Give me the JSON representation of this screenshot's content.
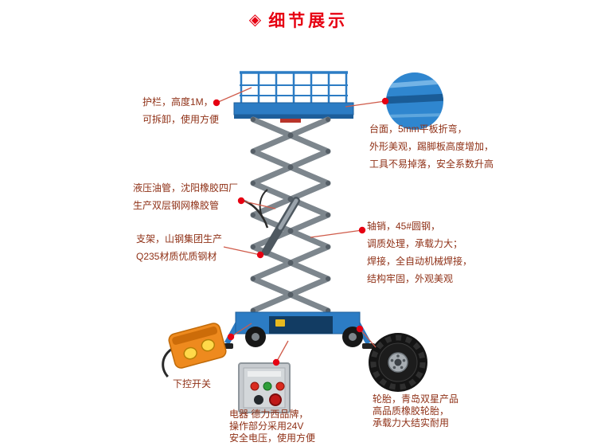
{
  "header": {
    "icon_glyph": "◈",
    "title": "细节展示"
  },
  "annotations": {
    "guardrail": {
      "lines": [
        "护栏，高度1M，",
        "可拆卸，使用方便"
      ]
    },
    "platform": {
      "lines": [
        "台面，5mm平板折弯，",
        "外形美观，踢脚板高度增加，",
        "工具不易掉落，安全系数升高"
      ]
    },
    "hydraulic_hose": {
      "lines": [
        "液压油管，沈阳橡胶四厂",
        "生产双层钢网橡胶管"
      ]
    },
    "support_frame": {
      "lines": [
        "支架，山钢集团生产",
        "Q235材质优质钢材"
      ]
    },
    "axle_pin": {
      "lines": [
        "轴销，45#圆钢，",
        "调质处理，承载力大；",
        "焊接，全自动机械焊接，",
        "结构牢固，外观美观"
      ]
    },
    "lower_control": {
      "label": "下控开关"
    },
    "electrical": {
      "lines": [
        "电器 德力西品牌，",
        "操作部分采用24V",
        "安全电压，使用方便"
      ]
    },
    "tires": {
      "lines": [
        "轮胎，青岛双星产品",
        "高品质橡胶轮胎，",
        "承载力大结实耐用"
      ]
    }
  },
  "colors": {
    "accent_red": "#e60012",
    "annotation_text": "#8f3016",
    "machine_blue": "#2c7cc4",
    "machine_blue_dark": "#1d5e9a",
    "scissor_gray": "#7d868d",
    "remote_orange": "#ee8a1e",
    "tire_black": "#141414"
  }
}
